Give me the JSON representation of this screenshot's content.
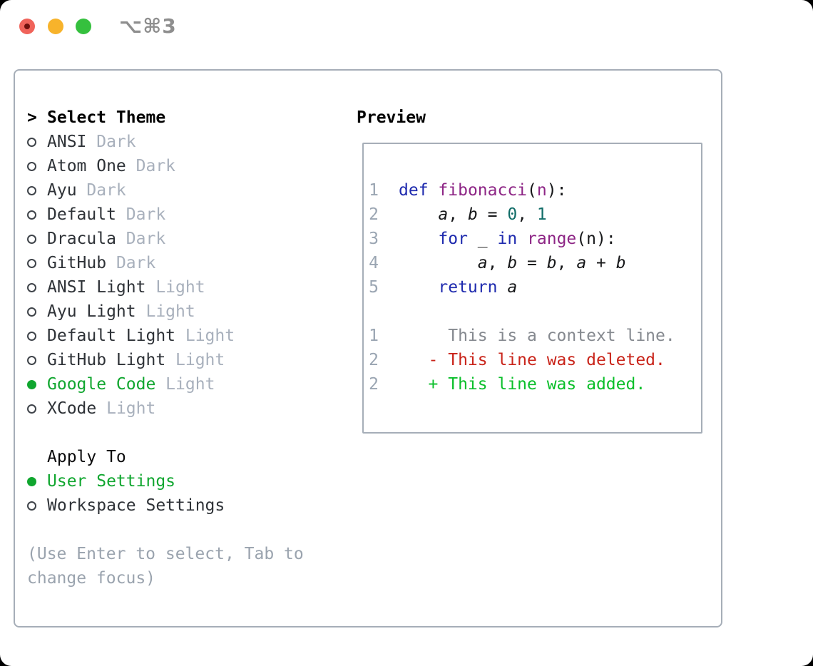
{
  "titlebar": {
    "shortcut": "⌥⌘3"
  },
  "theme_panel": {
    "header_marker": ">",
    "header": "Select Theme",
    "themes": [
      {
        "name": "ANSI",
        "tag": "Dark",
        "selected": false
      },
      {
        "name": "Atom One",
        "tag": "Dark",
        "selected": false
      },
      {
        "name": "Ayu",
        "tag": "Dark",
        "selected": false
      },
      {
        "name": "Default",
        "tag": "Dark",
        "selected": false
      },
      {
        "name": "Dracula",
        "tag": "Dark",
        "selected": false
      },
      {
        "name": "GitHub",
        "tag": "Dark",
        "selected": false
      },
      {
        "name": "ANSI Light",
        "tag": "Light",
        "selected": false
      },
      {
        "name": "Ayu Light",
        "tag": "Light",
        "selected": false
      },
      {
        "name": "Default Light",
        "tag": "Light",
        "selected": false
      },
      {
        "name": "GitHub Light",
        "tag": "Light",
        "selected": false
      },
      {
        "name": "Google Code",
        "tag": "Light",
        "selected": true
      },
      {
        "name": "XCode",
        "tag": "Light",
        "selected": false
      }
    ],
    "apply_to": {
      "header": "Apply To",
      "options": [
        {
          "label": "User Settings",
          "selected": true
        },
        {
          "label": "Workspace Settings",
          "selected": false
        }
      ]
    },
    "hint_line1": "(Use Enter to select, Tab to",
    "hint_line2": "change focus)"
  },
  "preview": {
    "title": "Preview",
    "code_lines": [
      {
        "num": "1",
        "segments": [
          [
            "def",
            "kw"
          ],
          [
            " ",
            "pl"
          ],
          [
            "fibonacci",
            "fn"
          ],
          [
            "(",
            "pl"
          ],
          [
            "n",
            "fn"
          ],
          [
            "):",
            "pl"
          ]
        ]
      },
      {
        "num": "2",
        "segments": [
          [
            "    ",
            "pl"
          ],
          [
            "a",
            "id"
          ],
          [
            ", ",
            "pl"
          ],
          [
            "b",
            "id"
          ],
          [
            " = ",
            "pl"
          ],
          [
            "0",
            "num"
          ],
          [
            ", ",
            "pl"
          ],
          [
            "1",
            "num"
          ]
        ]
      },
      {
        "num": "3",
        "segments": [
          [
            "    ",
            "pl"
          ],
          [
            "for",
            "kw"
          ],
          [
            " _ ",
            "pl"
          ],
          [
            "in",
            "kw"
          ],
          [
            " ",
            "pl"
          ],
          [
            "range",
            "fn"
          ],
          [
            "(n):",
            "pl"
          ]
        ]
      },
      {
        "num": "4",
        "segments": [
          [
            "        ",
            "pl"
          ],
          [
            "a",
            "id"
          ],
          [
            ", ",
            "pl"
          ],
          [
            "b",
            "id"
          ],
          [
            " = ",
            "pl"
          ],
          [
            "b",
            "id"
          ],
          [
            ", ",
            "pl"
          ],
          [
            "a",
            "id"
          ],
          [
            " + ",
            "pl"
          ],
          [
            "b",
            "id"
          ]
        ]
      },
      {
        "num": "5",
        "segments": [
          [
            "    ",
            "pl"
          ],
          [
            "return",
            "kw"
          ],
          [
            " ",
            "pl"
          ],
          [
            "a",
            "id"
          ]
        ]
      }
    ],
    "diff_lines": [
      {
        "num": "1",
        "text": "     This is a context line.",
        "type": "context"
      },
      {
        "num": "2",
        "text": "   - This line was deleted.",
        "type": "deleted"
      },
      {
        "num": "2",
        "text": "   + This line was added.",
        "type": "added"
      }
    ]
  },
  "colors": {
    "selected_green": "#10a62f",
    "keyword_blue": "#1e2aae",
    "function_purple": "#8d2585",
    "number_teal": "#116d68",
    "diff_red": "#c9241a",
    "diff_green": "#0abf2a",
    "muted_tag_gray": "#a8b0bc",
    "panel_border_gray": "#a6aeb8",
    "traffic_red": "#f0635a",
    "traffic_yellow": "#f7b32b",
    "traffic_green": "#35c03e"
  }
}
